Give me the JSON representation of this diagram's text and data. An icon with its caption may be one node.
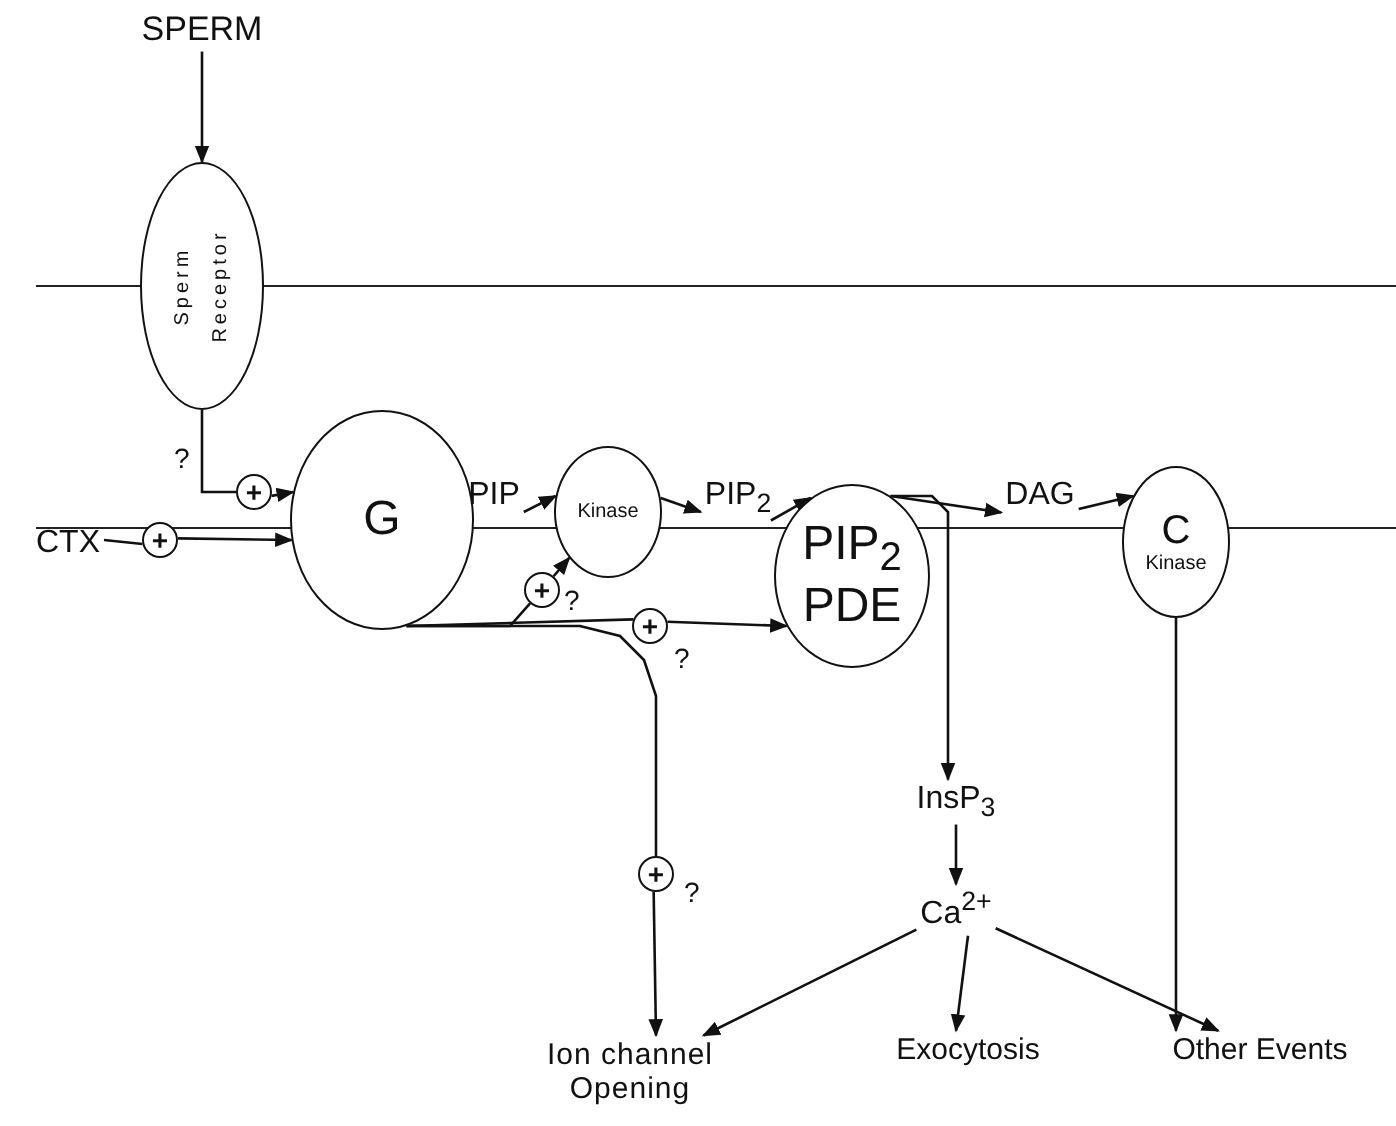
{
  "diagram": {
    "nodes": [
      {
        "text": [
          "SPERM"
        ]
      },
      {
        "text": [
          "Sperm Receptor"
        ]
      },
      {
        "text": [
          "+"
        ],
        "beside": [
          "?"
        ]
      },
      {
        "text": [
          "G"
        ]
      },
      {
        "text": [
          "CTX"
        ]
      },
      {
        "text": [
          "+"
        ]
      },
      {
        "text": [
          "PIP"
        ]
      },
      {
        "text": [
          "Kinase"
        ]
      },
      {
        "text": [
          "PIP$_{2}$"
        ]
      },
      {
        "text": [
          "PIP$_{2}$ PDE"
        ]
      },
      {
        "text": [
          "DAG"
        ]
      },
      {
        "text": [
          "C",
          "Kinase"
        ]
      },
      {
        "text": [
          "+"
        ],
        "beside": [
          "?"
        ]
      },
      {
        "text": [
          "+"
        ],
        "beside": [
          "?"
        ]
      },
      {
        "text": [
          "InsP$_{3}$"
        ]
      },
      {
        "text": [
          "Ca$^{2+}$"
        ]
      },
      {
        "text": [
          "+"
        ],
        "beside": [
          "?"
        ]
      },
      {
        "text": [
          "Ion channel Opening"
        ]
      },
      {
        "text": [
          "Exocytosis"
        ]
      },
      {
        "text": [
          "Other Events"
        ]
      }
    ],
    "edges": [
      {
        "from": 0,
        "to": 1,
        "arrow": "to"
      },
      {
        "from": 1,
        "to": 2,
        "arrow": "none"
      },
      {
        "from": 2,
        "to": 3,
        "arrow": "to"
      },
      {
        "from": 4,
        "to": 5,
        "arrow": "none"
      },
      {
        "from": 5,
        "to": 3,
        "arrow": "to"
      },
      {
        "from": 6,
        "to": 7,
        "arrow": "to"
      },
      {
        "from": 7,
        "to": 8,
        "arrow": "to"
      },
      {
        "from": 8,
        "to": 9,
        "arrow": "to"
      },
      {
        "from": 9,
        "to": 10,
        "arrow": "to"
      },
      {
        "from": 10,
        "to": 11,
        "arrow": "to"
      },
      {
        "from": 9,
        "to": 14,
        "arrow": "to"
      },
      {
        "from": 14,
        "to": 15,
        "arrow": "to"
      },
      {
        "from": 15,
        "to": 17,
        "arrow": "to"
      },
      {
        "from": 15,
        "to": 18,
        "arrow": "to"
      },
      {
        "from": 15,
        "to": 19,
        "arrow": "to"
      },
      {
        "from": 11,
        "to": 19,
        "arrow": "to"
      },
      {
        "from": 3,
        "to": 12,
        "arrow": "none"
      },
      {
        "from": 12,
        "to": 7,
        "arrow": "to"
      },
      {
        "from": 3,
        "to": 13,
        "arrow": "none"
      },
      {
        "from": 13,
        "to": 9,
        "arrow": "to"
      },
      {
        "from": 3,
        "to": 16,
        "arrow": "none"
      },
      {
        "from": 16,
        "to": 17,
        "arrow": "to"
      }
    ]
  }
}
